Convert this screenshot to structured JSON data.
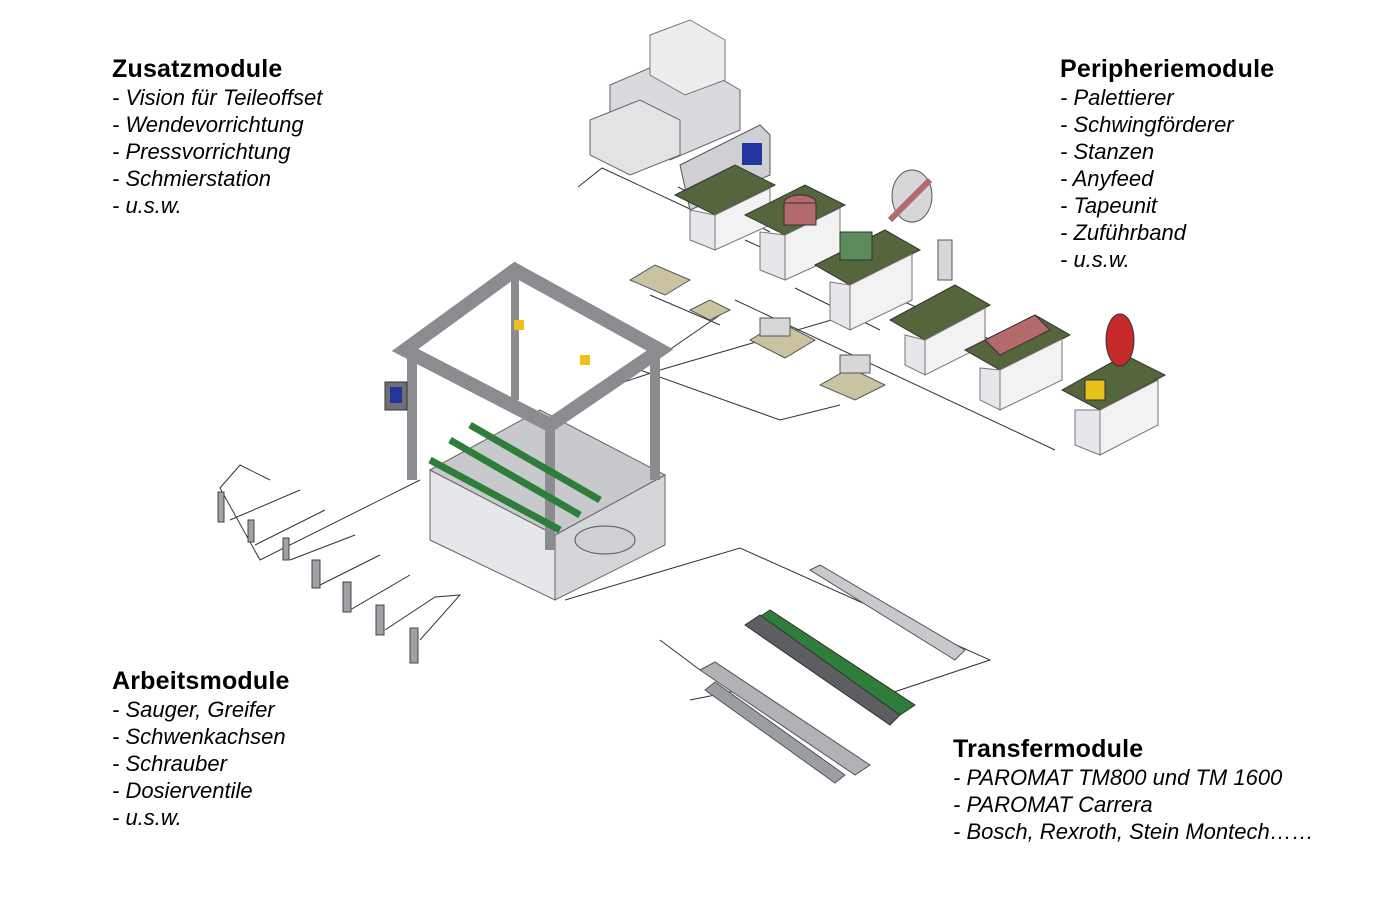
{
  "sections": {
    "zusatz": {
      "title": "Zusatzmodule",
      "items": [
        "- Vision für Teileoffset",
        "- Wendevorrichtung",
        "- Pressvorrichtung",
        "- Schmierstation",
        "- u.s.w."
      ]
    },
    "peripherie": {
      "title": "Peripheriemodule",
      "items": [
        "- Palettierer",
        "- Schwingförderer",
        "- Stanzen",
        "- Anyfeed",
        "- Tapeunit",
        "- Zuführband",
        "- u.s.w."
      ]
    },
    "arbeits": {
      "title": "Arbeitsmodule",
      "items": [
        "- Sauger, Greifer",
        "- Schwenkachsen",
        "- Schrauber",
        "- Dosierventile",
        "- u.s.w."
      ]
    },
    "transfer": {
      "title": "Transfermodule",
      "items": [
        "- PAROMAT TM800 und TM 1600",
        "- PAROMAT Carrera",
        "- Bosch, Rexroth, Stein Montech……"
      ]
    }
  },
  "colors": {
    "frame": "#8a8c90",
    "frame_dark": "#5f6266",
    "panel": "#e6e7ea",
    "table_top": "#55663c",
    "conveyor_green": "#2f7d3a",
    "accent_yellow": "#e8c21a",
    "accent_blue": "#2336a0",
    "accent_red": "#c42a2a",
    "line": "#333333"
  }
}
